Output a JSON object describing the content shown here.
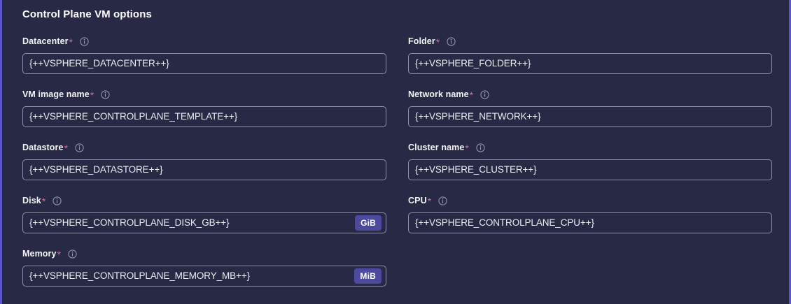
{
  "section": {
    "title": "Control Plane VM options"
  },
  "icons": {
    "info": "info-icon"
  },
  "colors": {
    "background": "#282a45",
    "edge_accent": "#5b57c4",
    "required_asterisk": "#e25faa",
    "input_border": "#8f8fae",
    "badge_background": "#4b4a9e",
    "label_text": "#f4f4f6",
    "value_text": "#ececf2"
  },
  "fields": [
    {
      "label": "Datacenter",
      "required": true,
      "has_info": true,
      "value": "{++VSPHERE_DATACENTER++}",
      "unit": null,
      "column": "left"
    },
    {
      "label": "Folder",
      "required": true,
      "has_info": true,
      "value": "{++VSPHERE_FOLDER++}",
      "unit": null,
      "column": "right"
    },
    {
      "label": "VM image name",
      "required": true,
      "has_info": true,
      "value": "{++VSPHERE_CONTROLPLANE_TEMPLATE++}",
      "unit": null,
      "column": "left"
    },
    {
      "label": "Network name",
      "required": true,
      "has_info": true,
      "value": "{++VSPHERE_NETWORK++}",
      "unit": null,
      "column": "right"
    },
    {
      "label": "Datastore",
      "required": true,
      "has_info": true,
      "value": "{++VSPHERE_DATASTORE++}",
      "unit": null,
      "column": "left"
    },
    {
      "label": "Cluster name",
      "required": true,
      "has_info": true,
      "value": "{++VSPHERE_CLUSTER++}",
      "unit": null,
      "column": "right"
    },
    {
      "label": "Disk",
      "required": true,
      "has_info": true,
      "value": "{++VSPHERE_CONTROLPLANE_DISK_GB++}",
      "unit": "GiB",
      "column": "left"
    },
    {
      "label": "CPU",
      "required": true,
      "has_info": true,
      "value": "{++VSPHERE_CONTROLPLANE_CPU++}",
      "unit": null,
      "column": "right"
    },
    {
      "label": "Memory",
      "required": true,
      "has_info": true,
      "value": "{++VSPHERE_CONTROLPLANE_MEMORY_MB++}",
      "unit": "MiB",
      "column": "left"
    }
  ]
}
